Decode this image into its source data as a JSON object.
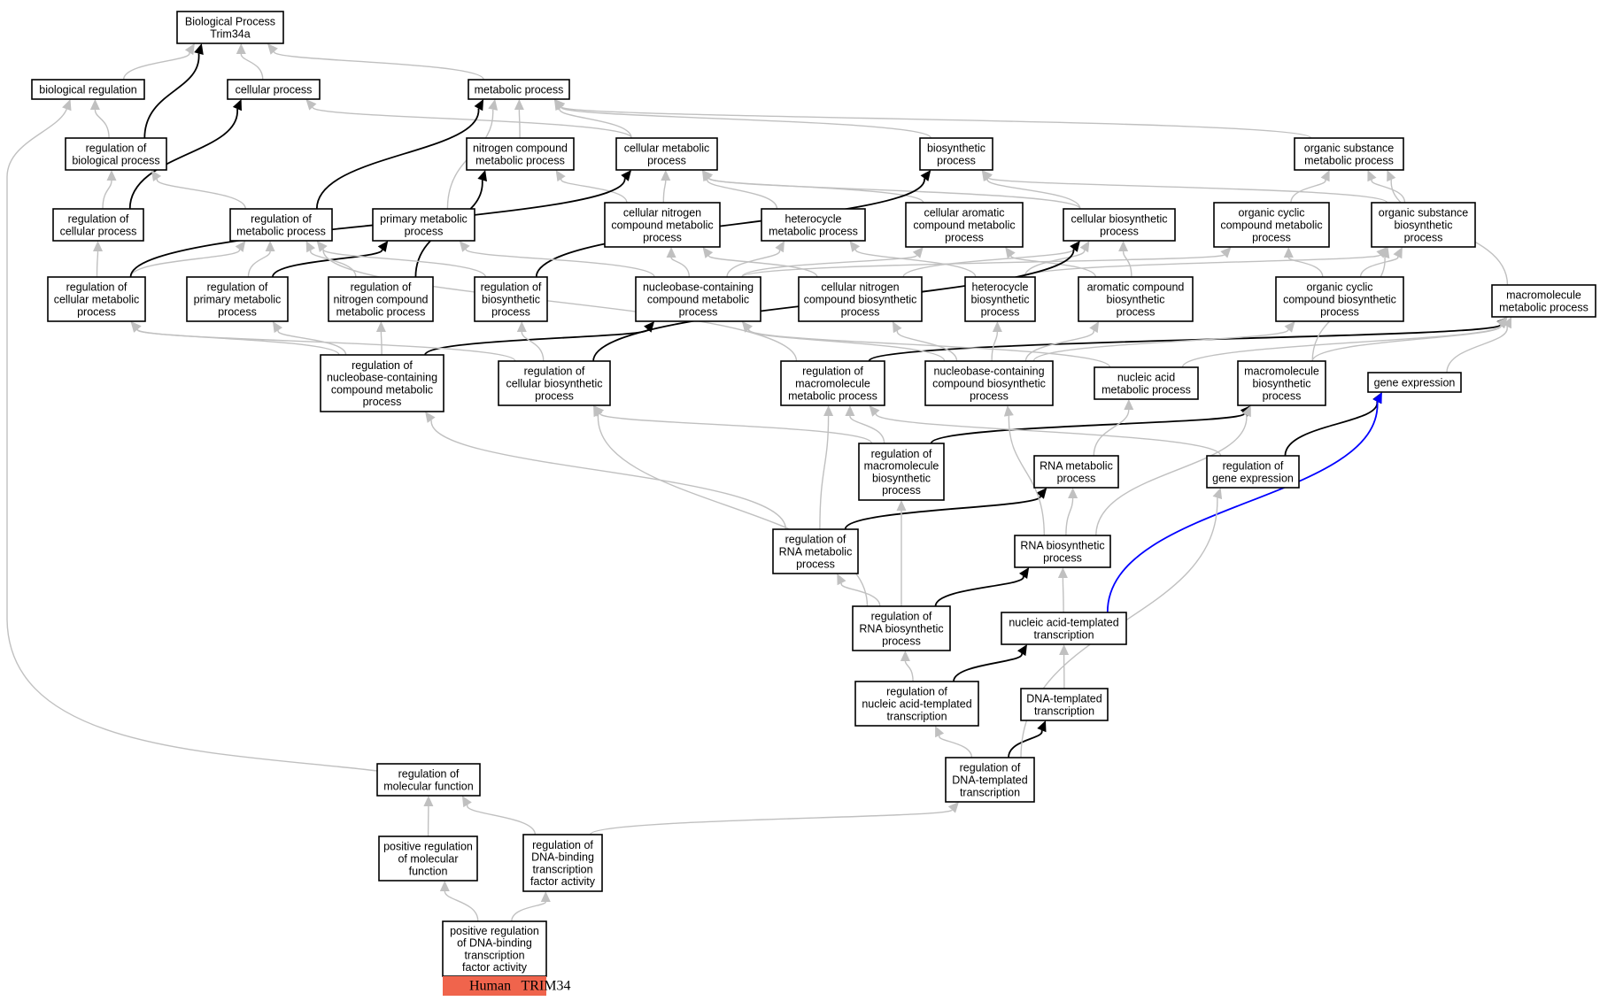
{
  "colors": {
    "is_a": "#c0c0c0",
    "part_of": "#000000",
    "positively_regulates": "#0000ff",
    "annotation_badge": "#f0644c",
    "node_border": "#000000",
    "background": "#ffffff"
  },
  "nodes": [
    {
      "id": "root",
      "lines": [
        "Biological Process",
        "Trim34a"
      ]
    },
    {
      "id": "bio_reg",
      "lines": [
        "biological regulation"
      ]
    },
    {
      "id": "cell_proc",
      "lines": [
        "cellular process"
      ]
    },
    {
      "id": "met_proc",
      "lines": [
        "metabolic process"
      ]
    },
    {
      "id": "reg_bio",
      "lines": [
        "regulation of",
        "biological process"
      ]
    },
    {
      "id": "nit_met",
      "lines": [
        "nitrogen compound",
        "metabolic process"
      ]
    },
    {
      "id": "cell_met",
      "lines": [
        "cellular metabolic",
        "process"
      ]
    },
    {
      "id": "biosyn",
      "lines": [
        "biosynthetic",
        "process"
      ]
    },
    {
      "id": "org_sub_met",
      "lines": [
        "organic substance",
        "metabolic process"
      ]
    },
    {
      "id": "reg_cell",
      "lines": [
        "regulation of",
        "cellular process"
      ]
    },
    {
      "id": "reg_met",
      "lines": [
        "regulation of",
        "metabolic process"
      ]
    },
    {
      "id": "prim_met",
      "lines": [
        "primary metabolic",
        "process"
      ]
    },
    {
      "id": "cell_nit_met",
      "lines": [
        "cellular nitrogen",
        "compound metabolic",
        "process"
      ]
    },
    {
      "id": "het_met",
      "lines": [
        "heterocycle",
        "metabolic process"
      ]
    },
    {
      "id": "cell_arom_met",
      "lines": [
        "cellular aromatic",
        "compound metabolic",
        "process"
      ]
    },
    {
      "id": "cell_biosyn",
      "lines": [
        "cellular biosynthetic",
        "process"
      ]
    },
    {
      "id": "org_cyc_met",
      "lines": [
        "organic cyclic",
        "compound metabolic",
        "process"
      ]
    },
    {
      "id": "org_sub_biosyn",
      "lines": [
        "organic substance",
        "biosynthetic",
        "process"
      ]
    },
    {
      "id": "reg_cell_met",
      "lines": [
        "regulation of",
        "cellular metabolic",
        "process"
      ]
    },
    {
      "id": "reg_prim_met",
      "lines": [
        "regulation of",
        "primary metabolic",
        "process"
      ]
    },
    {
      "id": "reg_nit_met",
      "lines": [
        "regulation of",
        "nitrogen compound",
        "metabolic process"
      ]
    },
    {
      "id": "reg_biosyn",
      "lines": [
        "regulation of",
        "biosynthetic",
        "process"
      ]
    },
    {
      "id": "nb_met",
      "lines": [
        "nucleobase-containing",
        "compound metabolic",
        "process"
      ]
    },
    {
      "id": "cell_nit_biosyn",
      "lines": [
        "cellular nitrogen",
        "compound biosynthetic",
        "process"
      ]
    },
    {
      "id": "het_biosyn",
      "lines": [
        "heterocycle",
        "biosynthetic",
        "process"
      ]
    },
    {
      "id": "arom_biosyn",
      "lines": [
        "aromatic compound",
        "biosynthetic",
        "process"
      ]
    },
    {
      "id": "org_cyc_biosyn",
      "lines": [
        "organic cyclic",
        "compound biosynthetic",
        "process"
      ]
    },
    {
      "id": "macro_met",
      "lines": [
        "macromolecule",
        "metabolic process"
      ]
    },
    {
      "id": "reg_nb_met",
      "lines": [
        "regulation of",
        "nucleobase-containing",
        "compound metabolic",
        "process"
      ]
    },
    {
      "id": "reg_cell_biosyn",
      "lines": [
        "regulation of",
        "cellular biosynthetic",
        "process"
      ]
    },
    {
      "id": "reg_macro_met",
      "lines": [
        "regulation of",
        "macromolecule",
        "metabolic process"
      ]
    },
    {
      "id": "nb_biosyn",
      "lines": [
        "nucleobase-containing",
        "compound biosynthetic",
        "process"
      ]
    },
    {
      "id": "na_met",
      "lines": [
        "nucleic acid",
        "metabolic process"
      ]
    },
    {
      "id": "macro_biosyn",
      "lines": [
        "macromolecule",
        "biosynthetic",
        "process"
      ]
    },
    {
      "id": "gene_expr",
      "lines": [
        "gene expression"
      ]
    },
    {
      "id": "reg_macro_biosyn",
      "lines": [
        "regulation of",
        "macromolecule",
        "biosynthetic",
        "process"
      ]
    },
    {
      "id": "rna_met",
      "lines": [
        "RNA metabolic",
        "process"
      ]
    },
    {
      "id": "reg_gene_expr",
      "lines": [
        "regulation of",
        "gene expression"
      ]
    },
    {
      "id": "reg_rna_met",
      "lines": [
        "regulation of",
        "RNA metabolic",
        "process"
      ]
    },
    {
      "id": "rna_biosyn",
      "lines": [
        "RNA biosynthetic",
        "process"
      ]
    },
    {
      "id": "reg_rna_biosyn",
      "lines": [
        "regulation of",
        "RNA biosynthetic",
        "process"
      ]
    },
    {
      "id": "na_transc",
      "lines": [
        "nucleic acid-templated",
        "transcription"
      ]
    },
    {
      "id": "reg_na_transc",
      "lines": [
        "regulation of",
        "nucleic acid-templated",
        "transcription"
      ]
    },
    {
      "id": "dna_transc",
      "lines": [
        "DNA-templated",
        "transcription"
      ]
    },
    {
      "id": "reg_dna_transc",
      "lines": [
        "regulation of",
        "DNA-templated",
        "transcription"
      ]
    },
    {
      "id": "reg_mol_func",
      "lines": [
        "regulation of",
        "molecular function"
      ]
    },
    {
      "id": "pos_reg_mol_func",
      "lines": [
        "positive regulation",
        "of molecular",
        "function"
      ]
    },
    {
      "id": "reg_dna_bind",
      "lines": [
        "regulation of",
        "DNA-binding",
        "transcription",
        "factor activity"
      ]
    },
    {
      "id": "pos_reg_dna_bind",
      "lines": [
        "positive regulation",
        "of DNA-binding",
        "transcription",
        "factor activity"
      ]
    }
  ],
  "annotation": {
    "species": "Human",
    "gene": "TRIM34"
  },
  "edges": [
    {
      "from": "bio_reg",
      "to": "root",
      "type": "is_a"
    },
    {
      "from": "cell_proc",
      "to": "root",
      "type": "is_a"
    },
    {
      "from": "met_proc",
      "to": "root",
      "type": "is_a"
    },
    {
      "from": "reg_bio",
      "to": "root",
      "type": "part_of"
    },
    {
      "from": "reg_bio",
      "to": "bio_reg",
      "type": "is_a"
    },
    {
      "from": "reg_cell",
      "to": "reg_bio",
      "type": "is_a"
    },
    {
      "from": "reg_cell",
      "to": "cell_proc",
      "type": "part_of"
    },
    {
      "from": "cell_met",
      "to": "cell_proc",
      "type": "is_a"
    },
    {
      "from": "cell_met",
      "to": "met_proc",
      "type": "is_a"
    },
    {
      "from": "nit_met",
      "to": "met_proc",
      "type": "is_a"
    },
    {
      "from": "biosyn",
      "to": "met_proc",
      "type": "is_a"
    },
    {
      "from": "org_sub_met",
      "to": "met_proc",
      "type": "is_a"
    },
    {
      "from": "reg_met",
      "to": "reg_bio",
      "type": "is_a"
    },
    {
      "from": "reg_met",
      "to": "met_proc",
      "type": "part_of"
    },
    {
      "from": "prim_met",
      "to": "met_proc",
      "type": "is_a"
    },
    {
      "from": "cell_nit_met",
      "to": "nit_met",
      "type": "is_a"
    },
    {
      "from": "cell_nit_met",
      "to": "cell_met",
      "type": "is_a"
    },
    {
      "from": "het_met",
      "to": "cell_met",
      "type": "is_a"
    },
    {
      "from": "cell_arom_met",
      "to": "cell_met",
      "type": "is_a"
    },
    {
      "from": "cell_biosyn",
      "to": "cell_met",
      "type": "is_a"
    },
    {
      "from": "cell_biosyn",
      "to": "biosyn",
      "type": "is_a"
    },
    {
      "from": "org_sub_biosyn",
      "to": "biosyn",
      "type": "is_a"
    },
    {
      "from": "org_cyc_met",
      "to": "org_sub_met",
      "type": "is_a"
    },
    {
      "from": "org_sub_biosyn",
      "to": "org_sub_met",
      "type": "is_a"
    },
    {
      "from": "macro_met",
      "to": "org_sub_met",
      "type": "is_a"
    },
    {
      "from": "reg_cell_met",
      "to": "reg_cell",
      "type": "is_a"
    },
    {
      "from": "reg_cell_met",
      "to": "reg_met",
      "type": "is_a"
    },
    {
      "from": "reg_cell_met",
      "to": "cell_met",
      "type": "part_of"
    },
    {
      "from": "reg_prim_met",
      "to": "reg_met",
      "type": "is_a"
    },
    {
      "from": "reg_prim_met",
      "to": "prim_met",
      "type": "part_of"
    },
    {
      "from": "reg_nit_met",
      "to": "reg_met",
      "type": "is_a"
    },
    {
      "from": "reg_nit_met",
      "to": "nit_met",
      "type": "part_of"
    },
    {
      "from": "reg_biosyn",
      "to": "reg_met",
      "type": "is_a"
    },
    {
      "from": "reg_biosyn",
      "to": "biosyn",
      "type": "part_of"
    },
    {
      "from": "nb_met",
      "to": "prim_met",
      "type": "is_a"
    },
    {
      "from": "nb_met",
      "to": "cell_nit_met",
      "type": "is_a"
    },
    {
      "from": "nb_met",
      "to": "het_met",
      "type": "is_a"
    },
    {
      "from": "nb_met",
      "to": "cell_arom_met",
      "type": "is_a"
    },
    {
      "from": "nb_met",
      "to": "org_cyc_met",
      "type": "is_a"
    },
    {
      "from": "cell_nit_biosyn",
      "to": "cell_nit_met",
      "type": "is_a"
    },
    {
      "from": "cell_nit_biosyn",
      "to": "cell_biosyn",
      "type": "is_a"
    },
    {
      "from": "het_biosyn",
      "to": "het_met",
      "type": "is_a"
    },
    {
      "from": "het_biosyn",
      "to": "cell_biosyn",
      "type": "is_a"
    },
    {
      "from": "het_biosyn",
      "to": "org_sub_biosyn",
      "type": "is_a"
    },
    {
      "from": "arom_biosyn",
      "to": "cell_arom_met",
      "type": "is_a"
    },
    {
      "from": "arom_biosyn",
      "to": "cell_biosyn",
      "type": "is_a"
    },
    {
      "from": "org_cyc_biosyn",
      "to": "org_cyc_met",
      "type": "is_a"
    },
    {
      "from": "org_cyc_biosyn",
      "to": "org_sub_biosyn",
      "type": "is_a"
    },
    {
      "from": "reg_nb_met",
      "to": "reg_cell_met",
      "type": "is_a"
    },
    {
      "from": "reg_nb_met",
      "to": "reg_prim_met",
      "type": "is_a"
    },
    {
      "from": "reg_nb_met",
      "to": "reg_nit_met",
      "type": "is_a"
    },
    {
      "from": "reg_nb_met",
      "to": "nb_met",
      "type": "part_of"
    },
    {
      "from": "reg_cell_biosyn",
      "to": "reg_cell_met",
      "type": "is_a"
    },
    {
      "from": "reg_cell_biosyn",
      "to": "reg_biosyn",
      "type": "is_a"
    },
    {
      "from": "reg_cell_biosyn",
      "to": "cell_biosyn",
      "type": "part_of"
    },
    {
      "from": "reg_macro_met",
      "to": "reg_met",
      "type": "is_a"
    },
    {
      "from": "reg_macro_met",
      "to": "macro_met",
      "type": "part_of"
    },
    {
      "from": "nb_biosyn",
      "to": "nb_met",
      "type": "is_a"
    },
    {
      "from": "nb_biosyn",
      "to": "cell_nit_biosyn",
      "type": "is_a"
    },
    {
      "from": "nb_biosyn",
      "to": "het_biosyn",
      "type": "is_a"
    },
    {
      "from": "nb_biosyn",
      "to": "arom_biosyn",
      "type": "is_a"
    },
    {
      "from": "nb_biosyn",
      "to": "org_cyc_biosyn",
      "type": "is_a"
    },
    {
      "from": "na_met",
      "to": "nb_met",
      "type": "is_a"
    },
    {
      "from": "na_met",
      "to": "macro_met",
      "type": "is_a"
    },
    {
      "from": "macro_biosyn",
      "to": "org_sub_biosyn",
      "type": "is_a"
    },
    {
      "from": "macro_biosyn",
      "to": "macro_met",
      "type": "is_a"
    },
    {
      "from": "gene_expr",
      "to": "macro_met",
      "type": "is_a"
    },
    {
      "from": "reg_macro_biosyn",
      "to": "reg_macro_met",
      "type": "is_a"
    },
    {
      "from": "reg_macro_biosyn",
      "to": "reg_cell_biosyn",
      "type": "is_a"
    },
    {
      "from": "reg_macro_biosyn",
      "to": "macro_biosyn",
      "type": "part_of"
    },
    {
      "from": "rna_met",
      "to": "na_met",
      "type": "is_a"
    },
    {
      "from": "reg_gene_expr",
      "to": "reg_macro_met",
      "type": "is_a"
    },
    {
      "from": "reg_gene_expr",
      "to": "gene_expr",
      "type": "part_of"
    },
    {
      "from": "reg_rna_met",
      "to": "reg_nb_met",
      "type": "is_a"
    },
    {
      "from": "reg_rna_met",
      "to": "reg_macro_met",
      "type": "is_a"
    },
    {
      "from": "reg_rna_met",
      "to": "rna_met",
      "type": "part_of"
    },
    {
      "from": "rna_biosyn",
      "to": "rna_met",
      "type": "is_a"
    },
    {
      "from": "rna_biosyn",
      "to": "nb_biosyn",
      "type": "is_a"
    },
    {
      "from": "rna_biosyn",
      "to": "macro_biosyn",
      "type": "is_a"
    },
    {
      "from": "reg_rna_biosyn",
      "to": "reg_rna_met",
      "type": "is_a"
    },
    {
      "from": "reg_rna_biosyn",
      "to": "reg_macro_biosyn",
      "type": "is_a"
    },
    {
      "from": "reg_rna_biosyn",
      "to": "reg_cell_biosyn",
      "type": "is_a"
    },
    {
      "from": "reg_rna_biosyn",
      "to": "rna_biosyn",
      "type": "part_of"
    },
    {
      "from": "na_transc",
      "to": "rna_biosyn",
      "type": "is_a"
    },
    {
      "from": "na_transc",
      "to": "gene_expr",
      "type": "positively_regulates"
    },
    {
      "from": "reg_na_transc",
      "to": "reg_rna_biosyn",
      "type": "is_a"
    },
    {
      "from": "reg_na_transc",
      "to": "na_transc",
      "type": "part_of"
    },
    {
      "from": "dna_transc",
      "to": "na_transc",
      "type": "is_a"
    },
    {
      "from": "reg_dna_transc",
      "to": "reg_na_transc",
      "type": "is_a"
    },
    {
      "from": "reg_dna_transc",
      "to": "dna_transc",
      "type": "part_of"
    },
    {
      "from": "reg_dna_transc",
      "to": "reg_gene_expr",
      "type": "is_a"
    },
    {
      "from": "reg_mol_func",
      "to": "bio_reg",
      "type": "is_a"
    },
    {
      "from": "pos_reg_mol_func",
      "to": "reg_mol_func",
      "type": "is_a"
    },
    {
      "from": "reg_dna_bind",
      "to": "reg_mol_func",
      "type": "is_a"
    },
    {
      "from": "reg_dna_bind",
      "to": "reg_dna_transc",
      "type": "is_a"
    },
    {
      "from": "pos_reg_dna_bind",
      "to": "pos_reg_mol_func",
      "type": "is_a"
    },
    {
      "from": "pos_reg_dna_bind",
      "to": "reg_dna_bind",
      "type": "is_a"
    }
  ]
}
